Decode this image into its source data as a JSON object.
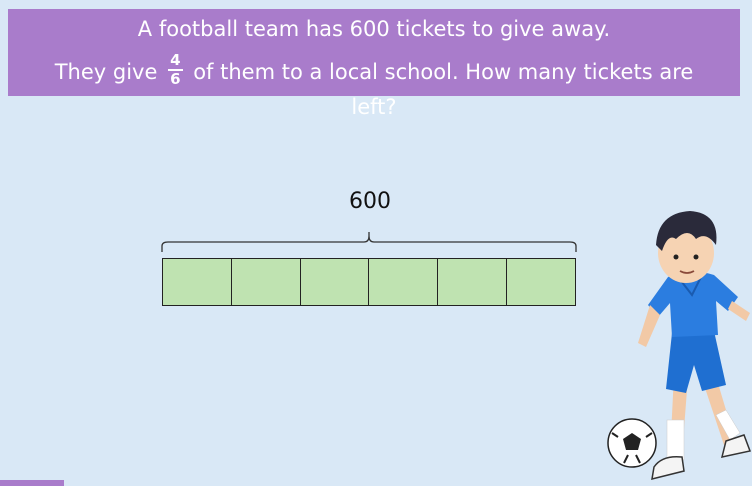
{
  "question": {
    "line1": "A football team has 600 tickets to give away.",
    "line2_before": "They give",
    "fraction_numerator": "4",
    "fraction_denominator": "6",
    "line2_after": "of them to a local school. How many tickets are",
    "line3": "left?"
  },
  "bar_model": {
    "total_label": "600",
    "parts": 6,
    "part_color": "#bfe3b1"
  },
  "colors": {
    "banner": "#a97ccb",
    "background": "#d9e8f6"
  }
}
